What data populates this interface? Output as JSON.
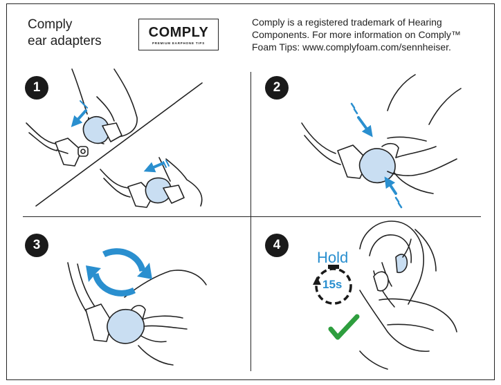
{
  "header": {
    "title_line1": "Comply",
    "title_line2": "ear adapters",
    "logo_word": "COMPLY",
    "logo_tagline": "PREMIUM EARPHONE TIPS",
    "trademark_line1": "Comply is a registered trademark of Hearing",
    "trademark_line2": "Components. For more information on Comply™",
    "trademark_line3": "Foam Tips: www.complyfoam.com/sennheiser."
  },
  "steps": [
    {
      "number": "1"
    },
    {
      "number": "2"
    },
    {
      "number": "3"
    },
    {
      "number": "4"
    }
  ],
  "step4": {
    "hold_label": "Hold",
    "timer_label": "15s"
  },
  "colors": {
    "accent_blue": "#2a8fcf",
    "tip_fill": "#c9def2",
    "check_green": "#2e9e3e",
    "line": "#222222"
  }
}
